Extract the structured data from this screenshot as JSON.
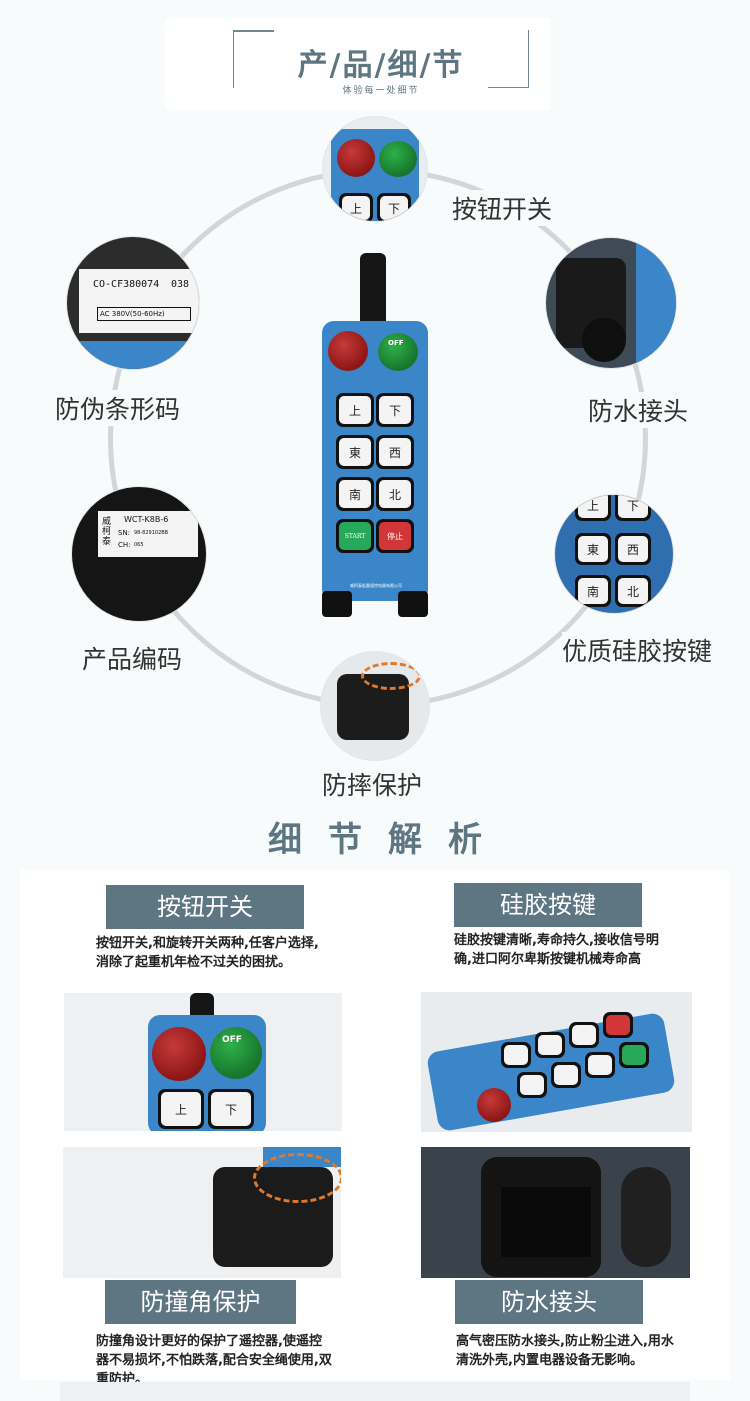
{
  "header": {
    "title": "产/品/细/节",
    "subtitle": "体验每一处细节"
  },
  "features": {
    "switch": "按钮开关",
    "waterproof": "防水接头",
    "buttons": "优质硅胶按键",
    "drop": "防摔保护",
    "code": "产品编码",
    "barcode": "防伪条形码"
  },
  "barcode_label": {
    "code": "CO-CF380074",
    "num": "038",
    "power": "AC 380V(50-60Hz)"
  },
  "code_label": {
    "brand": "威柯泰",
    "model": "WCT-K8B-6",
    "sn_label": "SN:",
    "sn": "98-829102BB",
    "ch_label": "CH:",
    "ch": "065"
  },
  "remote": {
    "keys": [
      "上",
      "下",
      "東",
      "西",
      "南",
      "北"
    ],
    "start": "START",
    "stop": "停止",
    "off": "OFF",
    "footer": "威柯泰起重遥控电器有限公司"
  },
  "section2": {
    "title": "细节解析"
  },
  "details": [
    {
      "tag": "按钮开关",
      "text": "按钮开关,和旋转开关两种,任客户选择,消除了起重机年检不过关的困扰。"
    },
    {
      "tag": "硅胶按键",
      "text": "硅胶按键清晰,寿命持久,接收信号明确,进口阿尔卑斯按键机械寿命高"
    },
    {
      "tag": "防撞角保护",
      "text": "防撞角设计更好的保护了遥控器,使遥控器不易损坏,不怕跌落,配合安全绳使用,双重防护。"
    },
    {
      "tag": "防水接头",
      "text": "高气密压防水接头,防止粉尘进入,用水清洗外壳,内置电器设备无影响。"
    }
  ],
  "colors": {
    "accent": "#5e7582",
    "remote_blue": "#3b86c8",
    "ring": "#d3d6d8"
  }
}
